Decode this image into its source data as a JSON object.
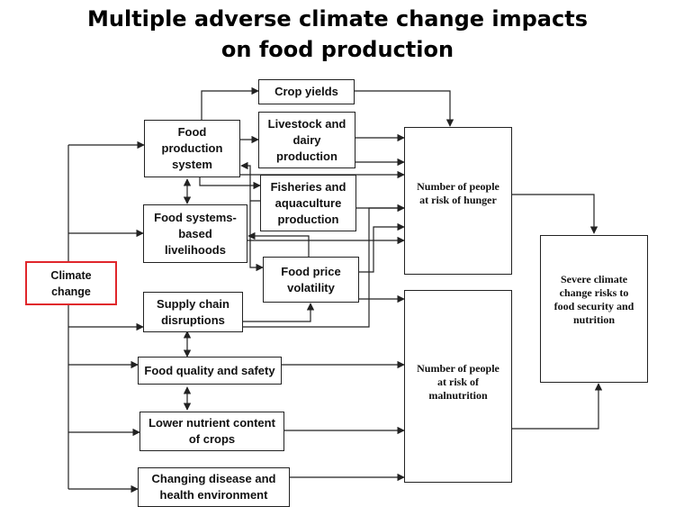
{
  "title_line1": "Multiple adverse climate change impacts",
  "title_line2": "on food production",
  "nodes": {
    "climate_change": "Climate change",
    "food_production_system": "Food production system",
    "crop_yields": "Crop yields",
    "livestock_dairy": "Livestock and dairy production",
    "fisheries_aquaculture": "Fisheries and aquaculture production",
    "food_systems_livelihoods": "Food systems-based livelihoods",
    "food_price_volatility": "Food price volatility",
    "supply_chain": "Supply chain disruptions",
    "food_quality_safety": "Food quality and safety",
    "nutrient_content": "Lower nutrient content of crops",
    "disease_health": "Changing disease and health environment",
    "risk_hunger": "Number of people at risk of hunger",
    "risk_malnutrition": "Number of people at risk of malnutrition",
    "severe_risks": "Severe climate change risks to food security and nutrition"
  },
  "colors": {
    "highlight_border": "#e0262b",
    "line": "#222222"
  }
}
